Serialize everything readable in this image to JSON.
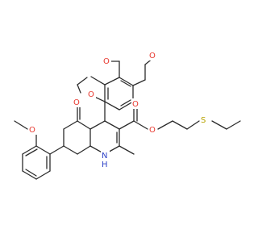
{
  "molecule": {
    "atom_labels": {
      "o_methoxy_top_right": "O",
      "o_methoxy_top": "O",
      "o_methoxy_mid": "O",
      "o_ketone": "O",
      "o_ester_carbonyl": "O",
      "o_ester_single": "O",
      "s_thioether": "S",
      "o_methoxy_left": "O",
      "n_amine": "N",
      "h_amine": "H"
    },
    "colors": {
      "bond": "#2b2b2b",
      "oxygen": "#e8382f",
      "nitrogen": "#2f43c8",
      "sulfur": "#b8a300"
    }
  }
}
